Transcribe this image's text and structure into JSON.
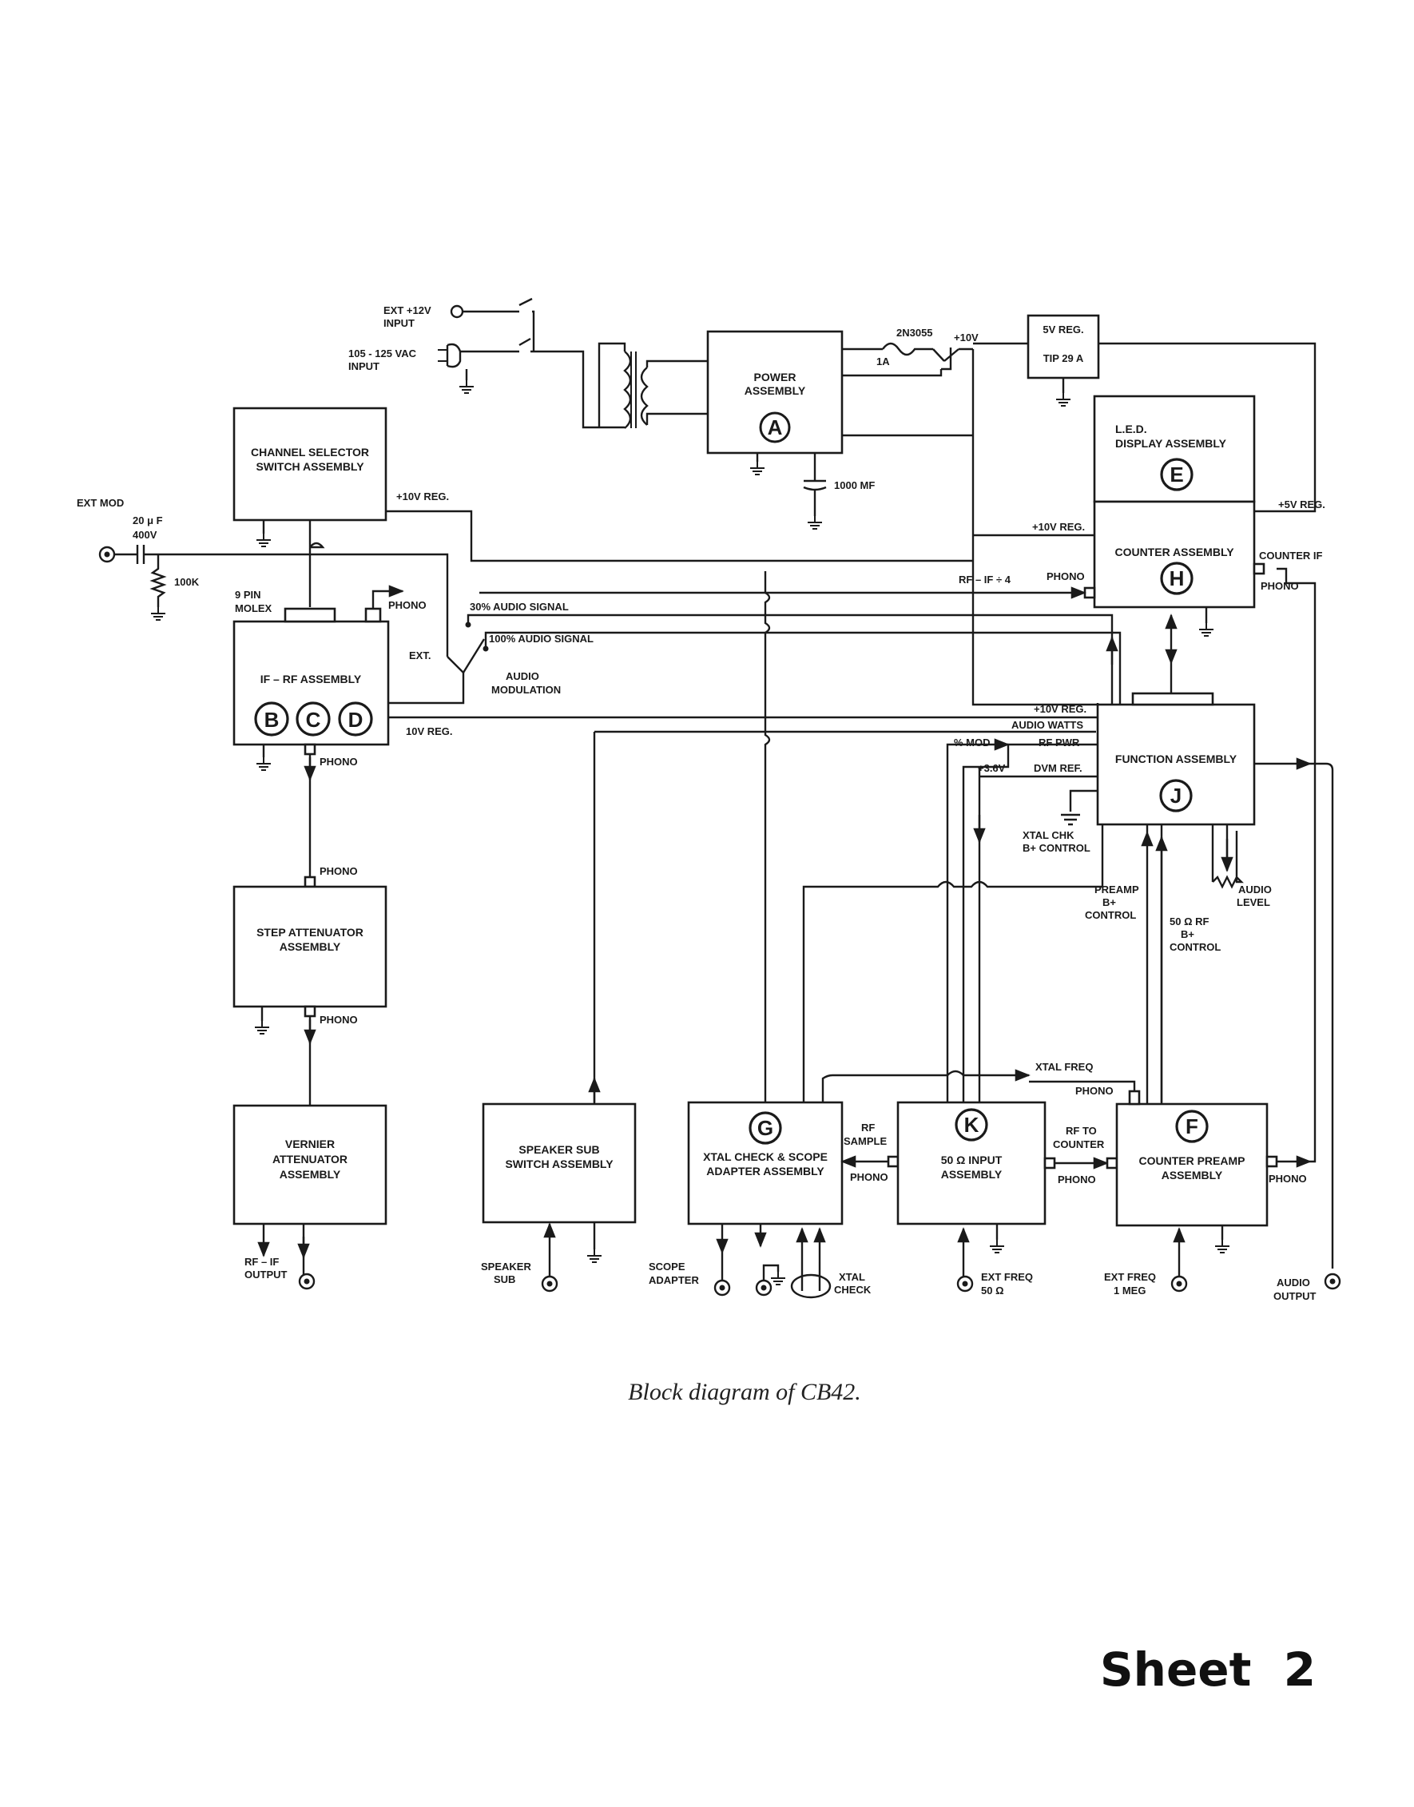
{
  "caption": "Block diagram of CB42.",
  "sheet_label": "Sheet  2",
  "blocks": {
    "power": {
      "title1": "POWER",
      "title2": "ASSEMBLY",
      "letter": "A"
    },
    "channel_selector": {
      "title1": "CHANNEL SELECTOR",
      "title2": "SWITCH ASSEMBLY"
    },
    "if_rf": {
      "title": "IF – RF ASSEMBLY",
      "letters": [
        "B",
        "C",
        "D"
      ]
    },
    "step_attenuator": {
      "title1": "STEP ATTENUATOR",
      "title2": "ASSEMBLY"
    },
    "vernier_attenuator": {
      "title1": "VERNIER",
      "title2": "ATTENUATOR",
      "title3": "ASSEMBLY"
    },
    "speaker_sub": {
      "title1": "SPEAKER SUB",
      "title2": "SWITCH ASSEMBLY"
    },
    "xtal_check": {
      "title1": "XTAL CHECK & SCOPE",
      "title2": "ADAPTER ASSEMBLY",
      "letter": "G"
    },
    "input_50": {
      "title1": "50 Ω  INPUT",
      "title2": "ASSEMBLY",
      "letter": "K"
    },
    "counter_preamp": {
      "title1": "COUNTER PREAMP",
      "title2": "ASSEMBLY",
      "letter": "F"
    },
    "led_display": {
      "title1": "L.E.D.",
      "title2": "DISPLAY ASSEMBLY",
      "letter": "E"
    },
    "counter": {
      "title": "COUNTER ASSEMBLY",
      "letter": "H"
    },
    "function": {
      "title": "FUNCTION ASSEMBLY",
      "letter": "J"
    },
    "reg_5v": {
      "title1": "5V REG.",
      "title2": "TIP 29 A"
    }
  },
  "labels": {
    "ext12v_1": "EXT +12V",
    "ext12v_2": "INPUT",
    "vac_1": "105 - 125 VAC",
    "vac_2": "INPUT",
    "transistor": "2N3055",
    "fuse": "1A",
    "plus10v": "+10V",
    "cap1000": "1000 MF",
    "ext_mod": "EXT MOD",
    "cap20_1": "20 μ F",
    "cap20_2": "400V",
    "res100k": "100K",
    "reg10v_top": "+10V REG.",
    "reg10v_counter": "+10V REG.",
    "reg5v_led": "+5V REG.",
    "counter_if": "COUNTER IF",
    "phono_counter_right": "PHONO",
    "rf_if4": "RF – IF ÷ 4",
    "phono_counter_in": "PHONO",
    "pin9_1": "9 PIN",
    "pin9_2": "MOLEX",
    "phono_ifrf": "PHONO",
    "audio30": "30% AUDIO SIGNAL",
    "audio100": "100% AUDIO SIGNAL",
    "ext_sw": "EXT.",
    "audio_mod_1": "AUDIO",
    "audio_mod_2": "MODULATION",
    "reg10v_func": "+10V REG.",
    "audio_watts": "AUDIO WATTS",
    "reg10v_ifrf": "10V REG.",
    "pct_mod": "% MOD",
    "rf_pwr": "RF PWR",
    "v36": "+3.6V",
    "dvm_ref": "DVM REF.",
    "phono_ifrf_out": "PHONO",
    "phono_step_in": "PHONO",
    "phono_step_out": "PHONO",
    "xtal_chk_1": "XTAL CHK",
    "xtal_chk_2": "B+ CONTROL",
    "preamp_1": "PREAMP",
    "preamp_2": "B+",
    "preamp_3": "CONTROL",
    "rf50_1": "50 Ω  RF",
    "rf50_2": "B+",
    "rf50_3": "CONTROL",
    "audio_level_1": "AUDIO",
    "audio_level_2": "LEVEL",
    "xtal_freq": "XTAL FREQ",
    "phono_preamp_top": "PHONO",
    "rf_sample_1": "RF",
    "rf_sample_2": "SAMPLE",
    "phono_xtal": "PHONO",
    "rf_counter_1": "RF TO",
    "rf_counter_2": "COUNTER",
    "phono_rfcounter": "PHONO",
    "phono_preamp_out": "PHONO",
    "rf_if_out_1": "RF – IF",
    "rf_if_out_2": "OUTPUT",
    "speaker_sub_1": "SPEAKER",
    "speaker_sub_2": "SUB",
    "scope_adapter_1": "SCOPE",
    "scope_adapter_2": "ADAPTER",
    "xtal_check_1": "XTAL",
    "xtal_check_2": "CHECK",
    "ext_freq50_1": "EXT FREQ",
    "ext_freq50_2": "50 Ω",
    "ext_freq1m_1": "EXT FREQ",
    "ext_freq1m_2": "1 MEG",
    "audio_output_1": "AUDIO",
    "audio_output_2": "OUTPUT"
  }
}
